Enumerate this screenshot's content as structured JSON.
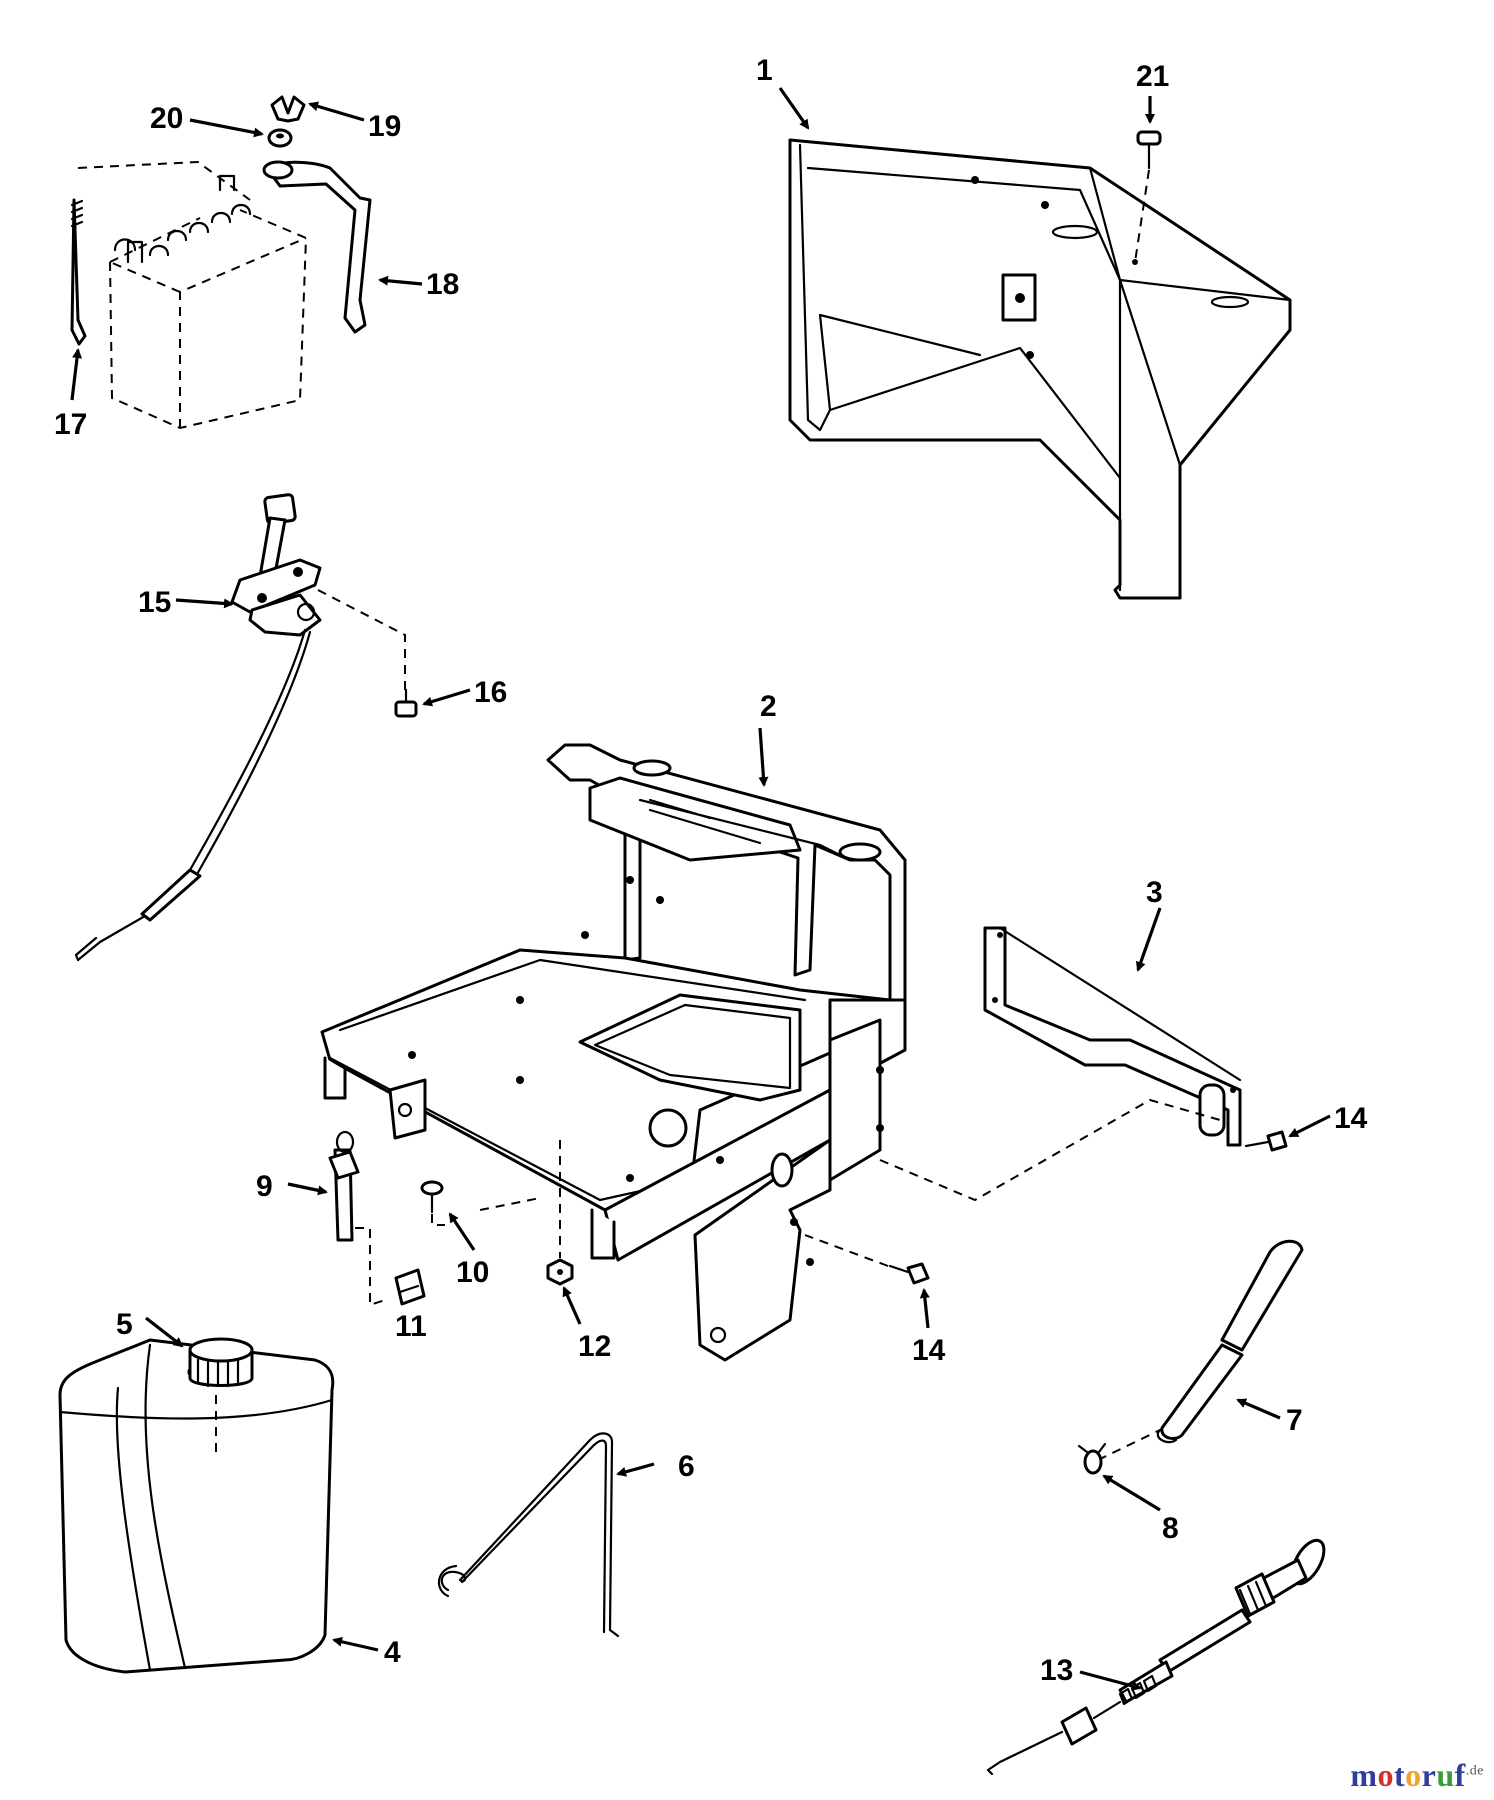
{
  "callouts": [
    {
      "id": "1",
      "label": "1"
    },
    {
      "id": "2",
      "label": "2"
    },
    {
      "id": "3",
      "label": "3"
    },
    {
      "id": "4",
      "label": "4"
    },
    {
      "id": "5",
      "label": "5"
    },
    {
      "id": "6",
      "label": "6"
    },
    {
      "id": "7",
      "label": "7"
    },
    {
      "id": "8",
      "label": "8"
    },
    {
      "id": "9",
      "label": "9"
    },
    {
      "id": "10",
      "label": "10"
    },
    {
      "id": "11",
      "label": "11"
    },
    {
      "id": "12",
      "label": "12"
    },
    {
      "id": "13",
      "label": "13"
    },
    {
      "id": "14a",
      "label": "14"
    },
    {
      "id": "14b",
      "label": "14"
    },
    {
      "id": "15",
      "label": "15"
    },
    {
      "id": "16",
      "label": "16"
    },
    {
      "id": "17",
      "label": "17"
    },
    {
      "id": "18",
      "label": "18"
    },
    {
      "id": "19",
      "label": "19"
    },
    {
      "id": "20",
      "label": "20"
    },
    {
      "id": "21",
      "label": "21"
    }
  ],
  "watermark": {
    "letters": [
      {
        "ch": "m",
        "color": "#2f3e9e"
      },
      {
        "ch": "o",
        "color": "#d4302a"
      },
      {
        "ch": "t",
        "color": "#2f3e9e"
      },
      {
        "ch": "o",
        "color": "#f0a32a"
      },
      {
        "ch": "r",
        "color": "#2f3e9e"
      },
      {
        "ch": "u",
        "color": "#3d9a3d"
      },
      {
        "ch": "f",
        "color": "#2f3e9e"
      }
    ],
    "suffix": ".de"
  }
}
